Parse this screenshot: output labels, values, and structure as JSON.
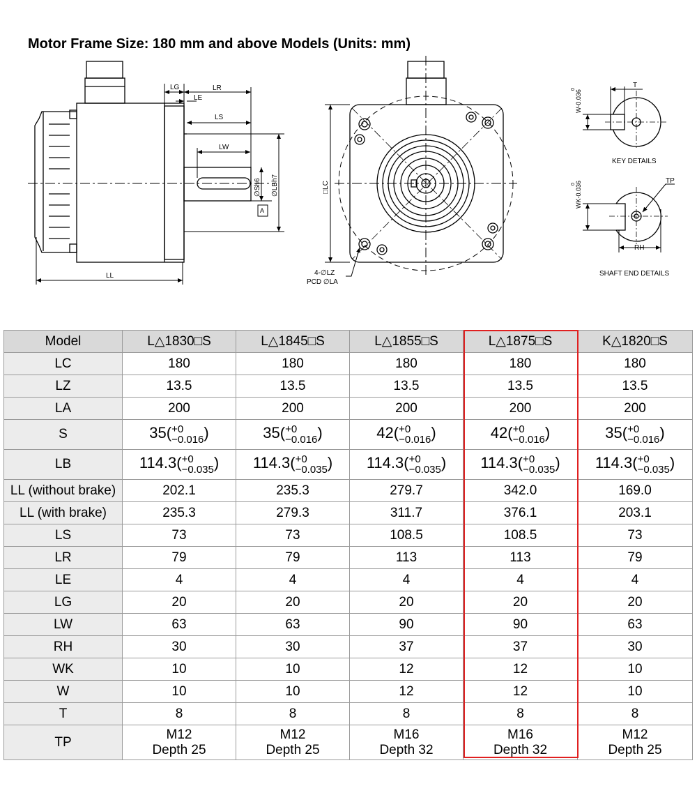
{
  "title": "Motor Frame Size: 180 mm and above Models (Units: mm)",
  "drawing": {
    "side_labels": {
      "lg": "LG",
      "le": "LE",
      "lr": "LR",
      "ls": "LS",
      "lw": "LW",
      "sh6": "∅Sh6",
      "lbh7": "∅LBh7",
      "a": "A",
      "ll": "LL"
    },
    "front_labels": {
      "lc": "□LC",
      "lz": "4-∅LZ",
      "pcd": "PCD  ∅LA"
    },
    "key_labels": {
      "t": "T",
      "w": "W-0.036",
      "w0": "0",
      "caption": "KEY DETAILS"
    },
    "shaft_labels": {
      "tp": "TP",
      "wk": "WK-0.036",
      "wk0": "0",
      "rh": "RH",
      "caption": "SHAFT END DETAILS"
    }
  },
  "table": {
    "header_label": "Model",
    "models": [
      "L△1830□S",
      "L△1845□S",
      "L△1855□S",
      "L△1875□S",
      "K△1820□S"
    ],
    "highlighted_model_index": 3,
    "highlight_color": "#e02020",
    "simple_rows": {
      "lc": {
        "label": "LC",
        "values": [
          "180",
          "180",
          "180",
          "180",
          "180"
        ]
      },
      "lz": {
        "label": "LZ",
        "values": [
          "13.5",
          "13.5",
          "13.5",
          "13.5",
          "13.5"
        ]
      },
      "la": {
        "label": "LA",
        "values": [
          "200",
          "200",
          "200",
          "200",
          "200"
        ]
      }
    },
    "s": {
      "label": "S",
      "values": [
        "35",
        "35",
        "42",
        "42",
        "35"
      ],
      "tol_upper": "+0",
      "tol_lower": "−0.016"
    },
    "lb": {
      "label": "LB",
      "values": [
        "114.3",
        "114.3",
        "114.3",
        "114.3",
        "114.3"
      ],
      "tol_upper": "+0",
      "tol_lower": "−0.035"
    },
    "rows2": {
      "ll_nb": {
        "label": "LL (without brake)",
        "values": [
          "202.1",
          "235.3",
          "279.7",
          "342.0",
          "169.0"
        ]
      },
      "ll_b": {
        "label": "LL (with brake)",
        "values": [
          "235.3",
          "279.3",
          "311.7",
          "376.1",
          "203.1"
        ]
      },
      "ls": {
        "label": "LS",
        "values": [
          "73",
          "73",
          "108.5",
          "108.5",
          "73"
        ]
      },
      "lr": {
        "label": "LR",
        "values": [
          "79",
          "79",
          "113",
          "113",
          "79"
        ]
      },
      "le": {
        "label": "LE",
        "values": [
          "4",
          "4",
          "4",
          "4",
          "4"
        ]
      },
      "lg": {
        "label": "LG",
        "values": [
          "20",
          "20",
          "20",
          "20",
          "20"
        ]
      },
      "lw": {
        "label": "LW",
        "values": [
          "63",
          "63",
          "90",
          "90",
          "63"
        ]
      },
      "rh": {
        "label": "RH",
        "values": [
          "30",
          "30",
          "37",
          "37",
          "30"
        ]
      },
      "wk": {
        "label": "WK",
        "values": [
          "10",
          "10",
          "12",
          "12",
          "10"
        ]
      },
      "w": {
        "label": "W",
        "values": [
          "10",
          "10",
          "12",
          "12",
          "10"
        ]
      },
      "t": {
        "label": "T",
        "values": [
          "8",
          "8",
          "8",
          "8",
          "8"
        ]
      }
    },
    "tp": {
      "label": "TP",
      "line1": [
        "M12",
        "M12",
        "M16",
        "M16",
        "M12"
      ],
      "line2": [
        "Depth 25",
        "Depth 25",
        "Depth 32",
        "Depth 32",
        "Depth 25"
      ]
    }
  }
}
